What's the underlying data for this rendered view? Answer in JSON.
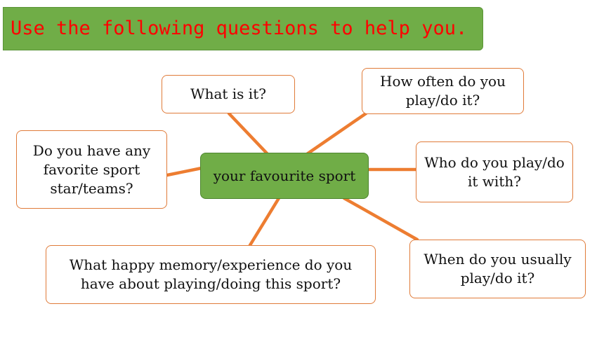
{
  "header": {
    "title": "Use the following questions to help you."
  },
  "diagram": {
    "center": "your favourite sport",
    "questions": {
      "what": "What is it?",
      "how_often": "How often do you play/do it?",
      "favorite_star": "Do you have any favorite sport star/teams?",
      "who_with": "Who do you play/do it with?",
      "memory": "What happy memory/experience do you have about playing/doing this sport?",
      "when": "When do you usually play/do it?"
    }
  },
  "colors": {
    "banner_fill": "#70ad47",
    "banner_text": "#ff0000",
    "center_fill": "#70ad47",
    "connector": "#ed7d31",
    "box_border": "#e07b39"
  }
}
